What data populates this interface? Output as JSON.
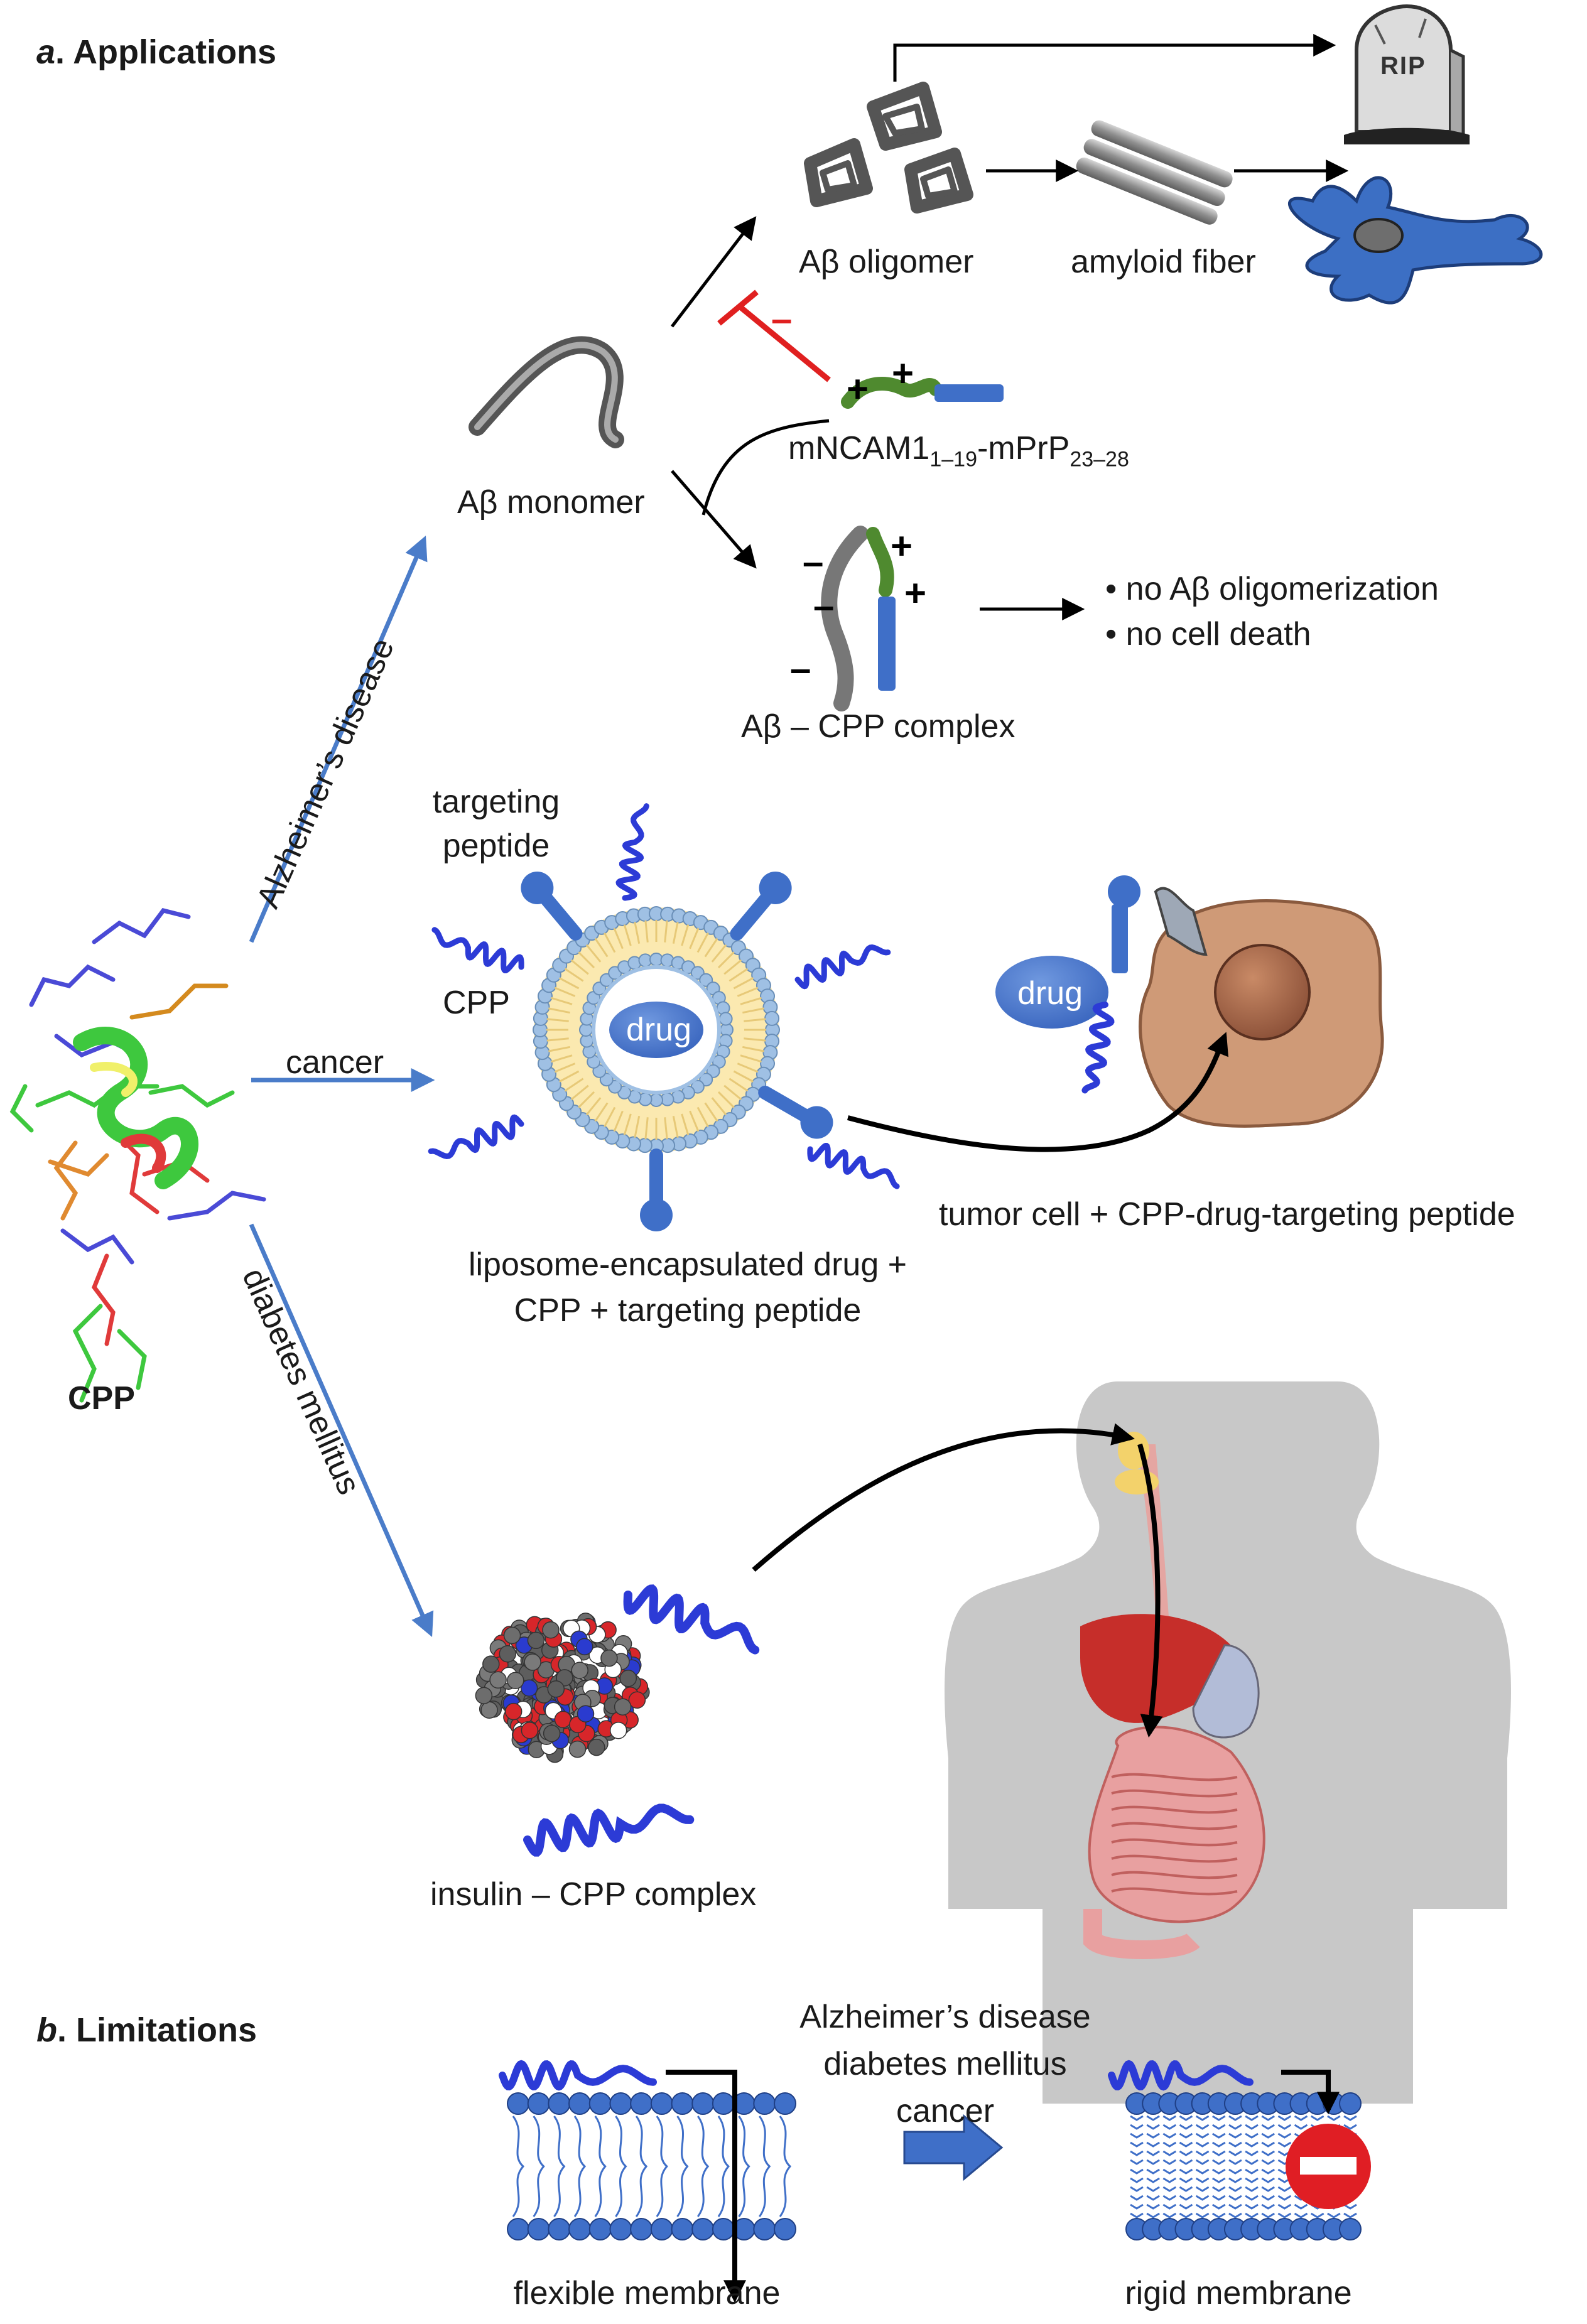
{
  "sections": {
    "a": {
      "letter": "a",
      "title": "Applications"
    },
    "b": {
      "letter": "b",
      "title": "Limitations"
    }
  },
  "cpp_label": "CPP",
  "branches": {
    "alzheimer": "Alzheimer’s disease",
    "cancer": "cancer",
    "diabetes": "diabetes mellitus"
  },
  "alzheimer": {
    "monomer": "Aβ monomer",
    "oligomer": "Aβ oligomer",
    "fiber": "amyloid fiber",
    "grave": "RIP",
    "inhibitor_sign": "–",
    "peptide_main": "mNCAM1",
    "peptide_sub1": "1–19",
    "peptide_mid": "-mPrP",
    "peptide_sub2": "23–28",
    "complex": "Aβ – CPP complex",
    "outcomes": [
      "no Aβ oligomerization",
      "no cell death"
    ],
    "bullet": "•",
    "plus": "+",
    "minus": "–"
  },
  "cancer": {
    "targeting_l1": "targeting",
    "targeting_l2": "peptide",
    "cpp": "CPP",
    "drug": "drug",
    "caption_l1": "liposome-encapsulated drug +",
    "caption_l2": "CPP + targeting peptide",
    "tumor_caption": "tumor cell + CPP-drug-targeting peptide"
  },
  "diabetes": {
    "complex": "insulin – CPP complex"
  },
  "limitations": {
    "flexible": "flexible membrane",
    "rigid": "rigid membrane",
    "conditions": [
      "Alzheimer’s disease",
      "diabetes mellitus",
      "cancer"
    ]
  },
  "colors": {
    "arrow_blue": "#4a7cc9",
    "inhibit_red": "#e02020",
    "helix_blue": "#2c3bd6",
    "peptide_green": "#4f8a2f",
    "peptide_blue": "#3f6fc8",
    "lipid_blue": "#9fc0e4",
    "lipid_yellow": "#fbe9b0",
    "neuron_blue": "#3c6fc4",
    "tumor": "#cf9a77",
    "nucleus": "#9e6247",
    "body_gray": "#c4c4c4",
    "stop_red": "#e01e24"
  }
}
